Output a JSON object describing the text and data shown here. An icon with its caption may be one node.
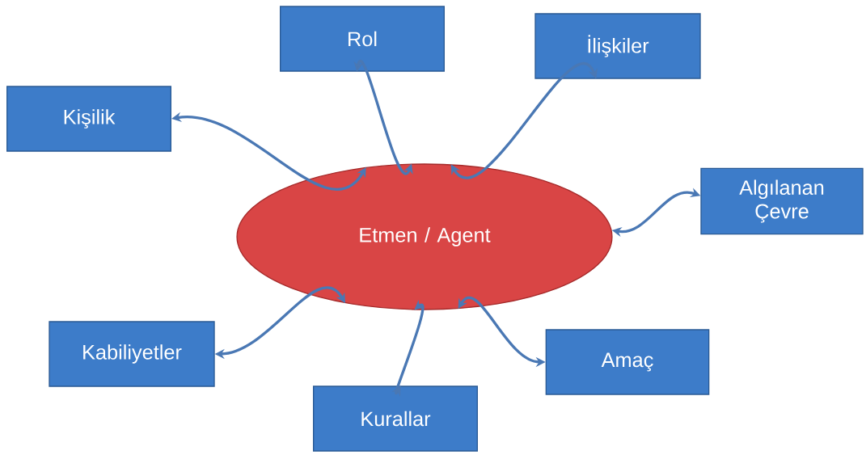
{
  "diagram": {
    "nodes": [
      {
        "text": [
          "Rol"
        ]
      },
      {
        "text": [
          "İlişkiler"
        ]
      },
      {
        "text": [
          "Kişilik"
        ]
      },
      {
        "text": [
          "Algılanan Çevre"
        ]
      },
      {
        "text": [
          "Etmen / Agent"
        ]
      },
      {
        "text": [
          "Kabiliyetler"
        ]
      },
      {
        "text": [
          "Amaç"
        ]
      },
      {
        "text": [
          "Kurallar"
        ]
      }
    ],
    "edges": [
      {
        "from": 4,
        "to": 0,
        "arrow": "both"
      },
      {
        "from": 4,
        "to": 1,
        "arrow": "both"
      },
      {
        "from": 4,
        "to": 2,
        "arrow": "both"
      },
      {
        "from": 4,
        "to": 3,
        "arrow": "both"
      },
      {
        "from": 4,
        "to": 5,
        "arrow": "both"
      },
      {
        "from": 4,
        "to": 6,
        "arrow": "both"
      },
      {
        "from": 4,
        "to": 7,
        "arrow": "both"
      }
    ]
  }
}
